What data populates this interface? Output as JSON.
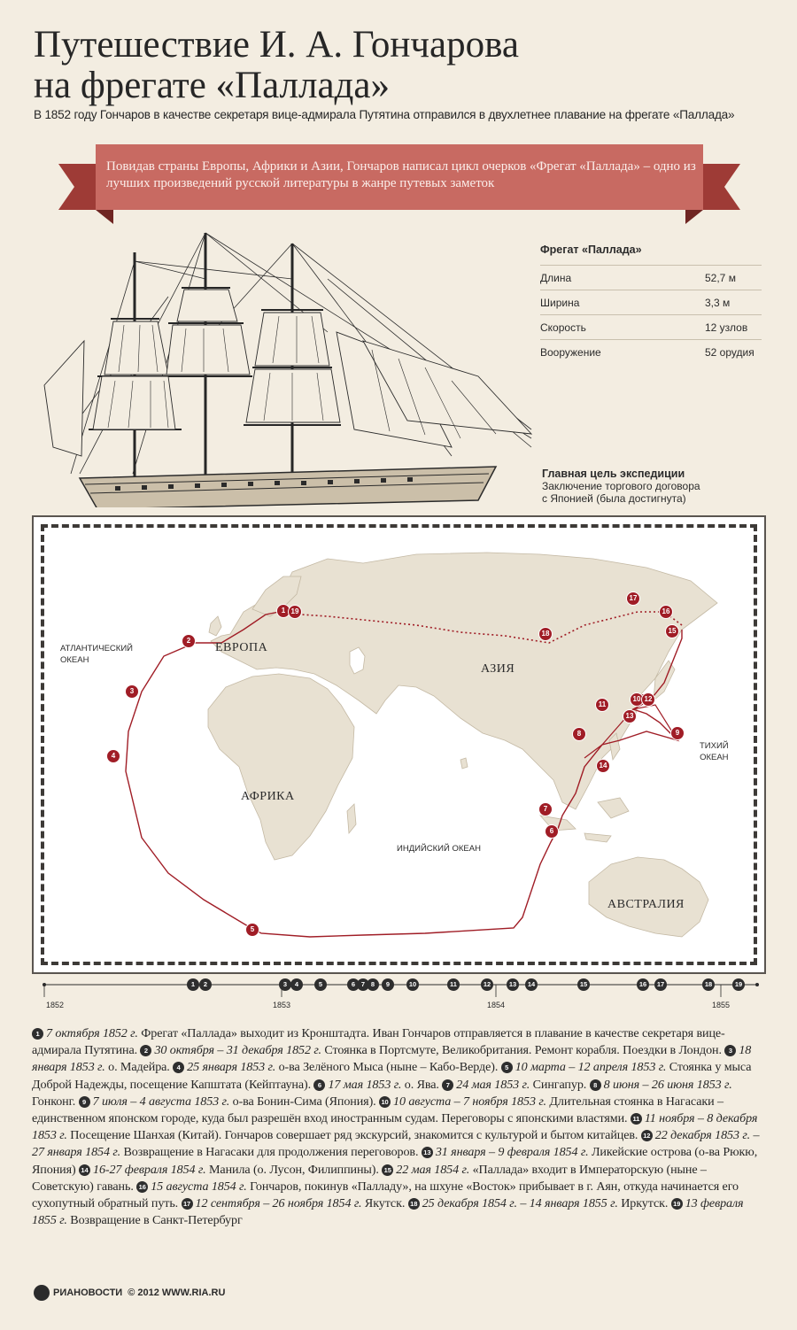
{
  "header": {
    "title_line1": "Путешествие И. А. Гончарова",
    "title_line2": "на фрегате «Паллада»",
    "subtitle": "В 1852 году Гончаров в качестве секретаря вице-адмирала Путятина отправился в двухлетнее плавание на фрегате «Паллада»"
  },
  "ribbon": {
    "text": "Повидав страны Европы, Африки и Азии, Гончаров написал цикл очерков «Фрегат «Паллада» – одно из лучших произведений русской литературы в жанре путевых заметок",
    "color": "#c86a62"
  },
  "specs": {
    "title": "Фрегат «Паллада»",
    "rows": [
      {
        "label": "Длина",
        "value": "52,7 м"
      },
      {
        "label": "Ширина",
        "value": "3,3 м"
      },
      {
        "label": "Скорость",
        "value": "12 узлов"
      },
      {
        "label": "Вооружение",
        "value": "52 орудия"
      }
    ]
  },
  "goal": {
    "title": "Главная цель экспедиции",
    "line1": "Заключение торгового договора",
    "line2": "с Японией (была достигнута)"
  },
  "map": {
    "labels": {
      "europe": "ЕВРОПА",
      "asia": "АЗИЯ",
      "africa": "АФРИКА",
      "australia": "АВСТРАЛИЯ"
    },
    "oceans": {
      "atlantic_1": "АТЛАНТИЧЕСКИЙ",
      "atlantic_2": "ОКЕАН",
      "pacific_1": "ТИХИЙ",
      "pacific_2": "ОКЕАН",
      "indian": "ИНДИЙСКИЙ ОКЕАН"
    },
    "route_color": "#a01d26",
    "markers": [
      "1",
      "2",
      "3",
      "4",
      "5",
      "6",
      "7",
      "8",
      "9",
      "10",
      "11",
      "12",
      "13",
      "14",
      "15",
      "16",
      "17",
      "18",
      "19"
    ]
  },
  "timeline": {
    "years": [
      "1852",
      "1853",
      "1854",
      "1855"
    ],
    "markers": [
      "1",
      "2",
      "3",
      "4",
      "5",
      "6",
      "7",
      "8",
      "9",
      "10",
      "11",
      "12",
      "13",
      "14",
      "15",
      "16",
      "17",
      "18",
      "19"
    ]
  },
  "chronicle": {
    "e1": {
      "n": "1",
      "date": "7 октября 1852 г.",
      "text": "Фрегат «Паллада» выходит из Кронштадта. Иван Гончаров отправляется в плавание в качестве секретаря вице-адмирала Путятина."
    },
    "e2": {
      "n": "2",
      "date": "30 октября – 31 декабря 1852 г.",
      "text": "Стоянка в Портсмуте, Великобритания. Ремонт корабля. Поездки в Лондон."
    },
    "e3": {
      "n": "3",
      "date": "18 января 1853 г.",
      "text": "о. Мадейра."
    },
    "e4": {
      "n": "4",
      "date": "25 января 1853 г.",
      "text": "о-ва Зелёного Мыса (ныне – Кабо-Верде)."
    },
    "e5": {
      "n": "5",
      "date": "10 марта – 12 апреля 1853 г.",
      "text": "Стоянка у мыса Доброй Надежды, посещение Капштата (Кейптауна)."
    },
    "e6": {
      "n": "6",
      "date": "17 мая 1853 г.",
      "text": "о. Ява."
    },
    "e7": {
      "n": "7",
      "date": "24 мая 1853 г.",
      "text": "Сингапур."
    },
    "e8": {
      "n": "8",
      "date": "8 июня – 26 июня 1853 г.",
      "text": "Гонконг."
    },
    "e9": {
      "n": "9",
      "date": "7 июля – 4 августа 1853 г.",
      "text": "о-ва Бонин-Сима (Япония)."
    },
    "e10": {
      "n": "10",
      "date": "10 августа – 7 ноября 1853 г.",
      "text": "Длительная стоянка в Нагасаки – единственном японском городе, куда был разрешён вход иностранным судам. Переговоры с японскими властями."
    },
    "e11": {
      "n": "11",
      "date": "11 ноября – 8 декабря 1853 г.",
      "text": "Посещение Шанхая (Китай). Гончаров совершает ряд экскурсий, знакомится с культурой и бытом китайцев."
    },
    "e12": {
      "n": "12",
      "date": "22 декабря 1853 г. – 27 января 1854 г.",
      "text": "Возвращение в Нагасаки для продолжения переговоров."
    },
    "e13": {
      "n": "13",
      "date": "31 января – 9 февраля 1854 г.",
      "text": "Ликейские острова (о-ва Рюкю, Япония)"
    },
    "e14": {
      "n": "14",
      "date": "16-27 февраля 1854 г.",
      "text": "Манила (о. Лусон, Филиппины)."
    },
    "e15": {
      "n": "15",
      "date": "22 мая 1854 г.",
      "text": "«Паллада» входит в Императорскую (ныне – Советскую) гавань."
    },
    "e16": {
      "n": "16",
      "date": "15 августа 1854 г.",
      "text": "Гончаров, покинув «Палладу», на шхуне «Восток» прибывает в г. Аян, откуда начинается его сухопутный обратный путь."
    },
    "e17": {
      "n": "17",
      "date": "12 сентября – 26 ноября 1854 г.",
      "text": "Якутск."
    },
    "e18": {
      "n": "18",
      "date": "25 декабря 1854 г. – 14 января 1855 г.",
      "text": "Иркутск."
    },
    "e19": {
      "n": "19",
      "date": "13 февраля 1855 г.",
      "text": "Возвращение в Санкт-Петербург"
    }
  },
  "footer": {
    "brand": "РИАНОВОСТИ",
    "copyright": "© 2012 WWW.RIA.RU"
  }
}
